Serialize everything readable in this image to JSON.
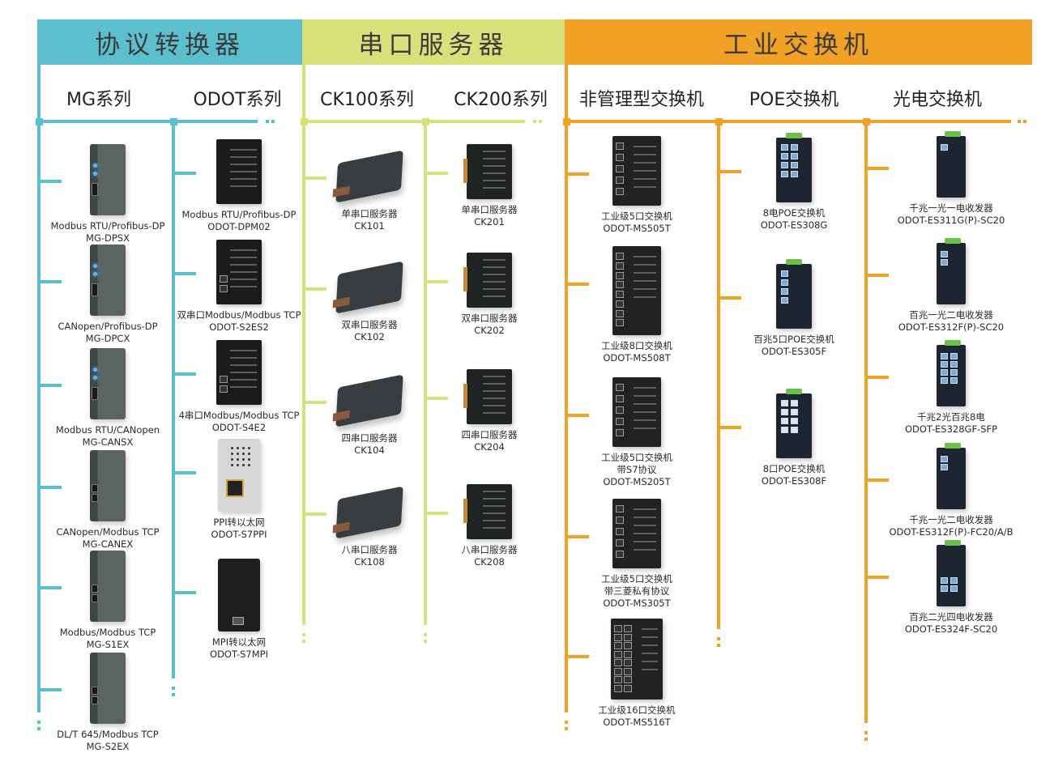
{
  "categories": [
    {
      "title": "协议转换器",
      "color": "#5bbfce",
      "series": [
        {
          "name": "MG系列",
          "items": [
            {
              "desc": "Modbus RTU/Profibus-DP",
              "model": "MG-DPSX"
            },
            {
              "desc": "CANopen/Profibus-DP",
              "model": "MG-DPCX"
            },
            {
              "desc": "Modbus RTU/CANopen",
              "model": "MG-CANSX"
            },
            {
              "desc": "CANopen/Modbus TCP",
              "model": "MG-CANEX"
            },
            {
              "desc": "Modbus/Modbus TCP",
              "model": "MG-S1EX"
            },
            {
              "desc": "DL/T 645/Modbus TCP",
              "model": "MG-S2EX"
            }
          ]
        },
        {
          "name": "ODOT系列",
          "items": [
            {
              "desc": "Modbus RTU/Profibus-DP",
              "model": "ODOT-DPM02"
            },
            {
              "desc": "双串口Modbus/Modbus TCP",
              "model": "ODOT-S2ES2"
            },
            {
              "desc": "4串口Modbus/Modbus TCP",
              "model": "ODOT-S4E2"
            },
            {
              "desc": "PPI转以太网",
              "model": "ODOT-S7PPI"
            },
            {
              "desc": "MPI转以太网",
              "model": "ODOT-S7MPI"
            }
          ]
        }
      ]
    },
    {
      "title": "串口服务器",
      "color": "#d6e17a",
      "series": [
        {
          "name": "CK100系列",
          "items": [
            {
              "desc": "单串口服务器",
              "model": "CK101"
            },
            {
              "desc": "双串口服务器",
              "model": "CK102"
            },
            {
              "desc": "四串口服务器",
              "model": "CK104"
            },
            {
              "desc": "八串口服务器",
              "model": "CK108"
            }
          ]
        },
        {
          "name": "CK200系列",
          "items": [
            {
              "desc": "单串口服务器",
              "model": "CK201"
            },
            {
              "desc": "双串口服务器",
              "model": "CK202"
            },
            {
              "desc": "四串口服务器",
              "model": "CK204"
            },
            {
              "desc": "八串口服务器",
              "model": "CK208"
            }
          ]
        }
      ]
    },
    {
      "title": "工业交换机",
      "color": "#f0a126",
      "series": [
        {
          "name": "非管理型交换机",
          "items": [
            {
              "desc": "工业级5口交换机",
              "model": "ODOT-MS505T"
            },
            {
              "desc": "工业级8口交换机",
              "model": "ODOT-MS508T"
            },
            {
              "desc": "工业级5口交换机\n带S7协议",
              "model": "ODOT-MS205T"
            },
            {
              "desc": "工业级5口交换机\n带三菱私有协议",
              "model": "ODOT-MS305T"
            },
            {
              "desc": "工业级16口交换机",
              "model": "ODOT-MS516T"
            }
          ]
        },
        {
          "name": "POE交换机",
          "items": [
            {
              "desc": "8电POE交换机",
              "model": "ODOT-ES308G"
            },
            {
              "desc": "百兆5口POE交换机",
              "model": "ODOT-ES305F"
            },
            {
              "desc": "8口POE交换机",
              "model": "ODOT-ES308F"
            }
          ]
        },
        {
          "name": "光电交换机",
          "items": [
            {
              "desc": "千兆一光一电收发器",
              "model": "ODOT-ES311G(P)-SC20"
            },
            {
              "desc": "百兆一光二电收发器",
              "model": "ODOT-ES312F(P)-SC20"
            },
            {
              "desc": "千兆2光百兆8电",
              "model": "ODOT-ES328GF-SFP"
            },
            {
              "desc": "千兆一光二电收发器",
              "model": "ODOT-ES312F(P)-FC20/A/B"
            },
            {
              "desc": "百兆二光四电收发器",
              "model": "ODOT-ES324F-SC20"
            }
          ]
        }
      ]
    }
  ]
}
